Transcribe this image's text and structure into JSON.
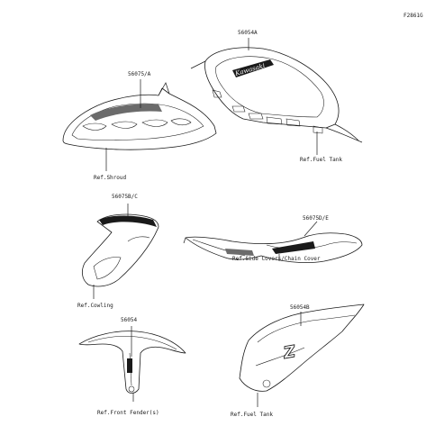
{
  "figure_id": "F2861G",
  "groups": [
    {
      "part_number": "56054A",
      "ref": "Ref.Fuel Tank"
    },
    {
      "part_number": "56075/A",
      "ref": "Ref.Shroud"
    },
    {
      "part_number": "56075B/C",
      "ref": "Ref.Cowling"
    },
    {
      "part_number": "56075D/E",
      "ref": "Ref.Side Covers/Chain Cover"
    },
    {
      "part_number": "56054",
      "ref": "Ref.Front Fender(s)"
    },
    {
      "part_number": "56054B",
      "ref": "Ref.Fuel Tank"
    }
  ],
  "tank_logo": "Kawasaki",
  "decal_letter": "Z",
  "colors": {
    "line": "#1a1a1a",
    "background": "#ffffff"
  }
}
